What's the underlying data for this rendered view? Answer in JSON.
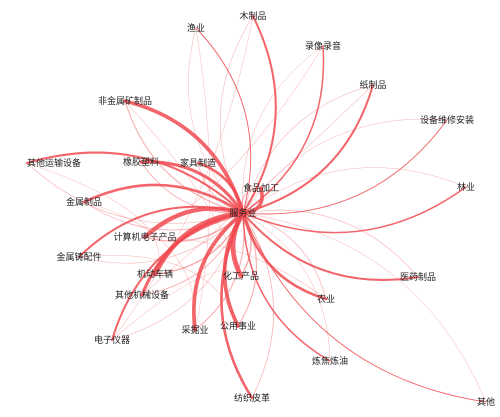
{
  "graph": {
    "edge_color": "#f04a50",
    "label_color": "#222222",
    "hub": "服务业",
    "nodes": [
      {
        "id": "hub",
        "label": "服务业"
      },
      {
        "id": "n1",
        "label": "木制品"
      },
      {
        "id": "n2",
        "label": "渔业"
      },
      {
        "id": "n3",
        "label": "录像录音"
      },
      {
        "id": "n4",
        "label": "纸制品"
      },
      {
        "id": "n5",
        "label": "非金属矿制品"
      },
      {
        "id": "n6",
        "label": "设备维修安装"
      },
      {
        "id": "n7",
        "label": "其他运输设备"
      },
      {
        "id": "n8",
        "label": "橡胶塑料"
      },
      {
        "id": "n9",
        "label": "家具制造"
      },
      {
        "id": "n10",
        "label": "食品加工"
      },
      {
        "id": "n11",
        "label": "林业"
      },
      {
        "id": "n12",
        "label": "金属制品"
      },
      {
        "id": "n13",
        "label": "计算机电子产品"
      },
      {
        "id": "n14",
        "label": "金属铸配件"
      },
      {
        "id": "n15",
        "label": "机动车辆"
      },
      {
        "id": "n16",
        "label": "化工产品"
      },
      {
        "id": "n17",
        "label": "医药制品"
      },
      {
        "id": "n18",
        "label": "其他机械设备"
      },
      {
        "id": "n19",
        "label": "农业"
      },
      {
        "id": "n20",
        "label": "采掘业"
      },
      {
        "id": "n21",
        "label": "公用事业"
      },
      {
        "id": "n22",
        "label": "电子仪器"
      },
      {
        "id": "n23",
        "label": "炼焦炼油"
      },
      {
        "id": "n24",
        "label": "纺织皮革"
      },
      {
        "id": "n25",
        "label": "其他"
      }
    ],
    "edges": [
      {
        "target": "n1",
        "weight": 3
      },
      {
        "target": "n2",
        "weight": 1
      },
      {
        "target": "n3",
        "weight": 2
      },
      {
        "target": "n4",
        "weight": 3
      },
      {
        "target": "n5",
        "weight": 6
      },
      {
        "target": "n6",
        "weight": 1
      },
      {
        "target": "n7",
        "weight": 3
      },
      {
        "target": "n8",
        "weight": 5
      },
      {
        "target": "n9",
        "weight": 4
      },
      {
        "target": "n10",
        "weight": 6
      },
      {
        "target": "n11",
        "weight": 2
      },
      {
        "target": "n12",
        "weight": 4
      },
      {
        "target": "n13",
        "weight": 7
      },
      {
        "target": "n14",
        "weight": 3
      },
      {
        "target": "n15",
        "weight": 8
      },
      {
        "target": "n16",
        "weight": 8
      },
      {
        "target": "n17",
        "weight": 3
      },
      {
        "target": "n18",
        "weight": 5
      },
      {
        "target": "n19",
        "weight": 4
      },
      {
        "target": "n20",
        "weight": 6
      },
      {
        "target": "n21",
        "weight": 6
      },
      {
        "target": "n22",
        "weight": 3
      },
      {
        "target": "n23",
        "weight": 2
      },
      {
        "target": "n24",
        "weight": 4
      },
      {
        "target": "n25",
        "weight": 1
      }
    ]
  }
}
